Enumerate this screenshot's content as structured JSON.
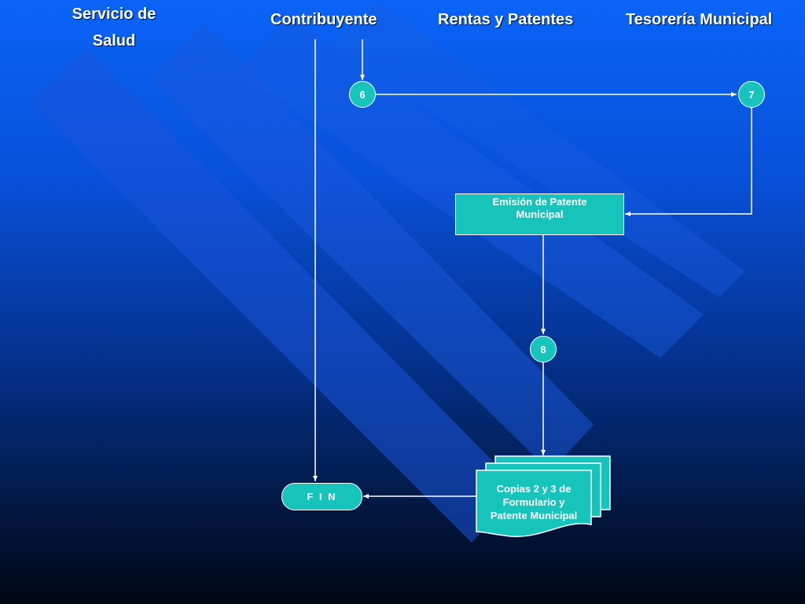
{
  "lanes": {
    "salud_line1": "Servicio de",
    "salud_line2": "Salud",
    "contribuyente": "Contribuyente",
    "rentas": "Rentas y Patentes",
    "tesoreria": "Tesorería Municipal"
  },
  "nodes": {
    "c6": "6",
    "c7": "7",
    "c8": "8",
    "emision_line1": "Emisión de Patente",
    "emision_line2": "Municipal",
    "doc_line1": "Copias 2 y 3 de",
    "doc_line2": "Formulario y",
    "doc_line3": "Patente Municipal",
    "fin": "F I N"
  },
  "colors": {
    "node_fill": "#16c4bc",
    "stroke": "#ffffff",
    "background_top": "#0a64f8",
    "background_bottom": "#000714"
  }
}
